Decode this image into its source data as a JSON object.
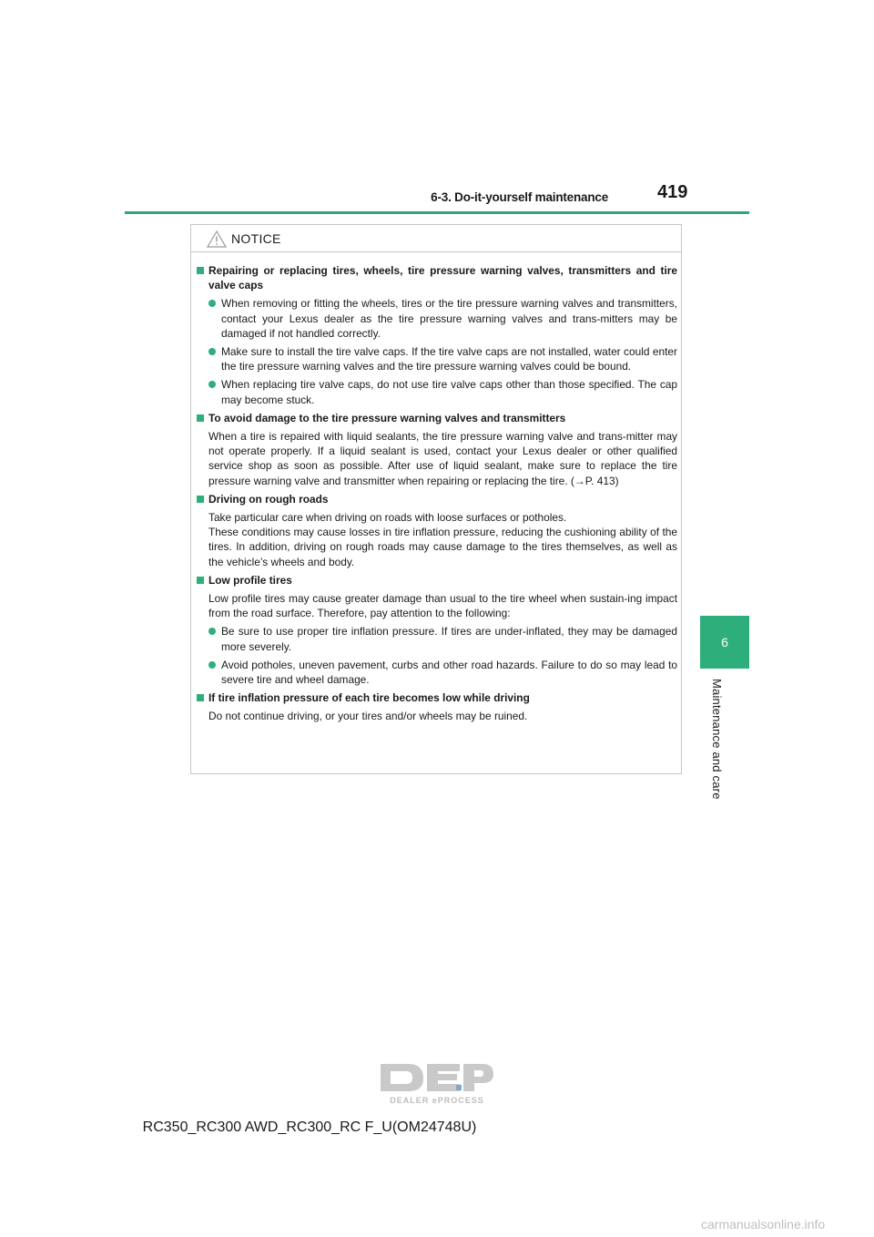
{
  "header": {
    "section_title": "6-3. Do-it-yourself maintenance",
    "page_number": "419"
  },
  "side_tab": {
    "chapter_number": "6",
    "chapter_label": "Maintenance and care"
  },
  "notice": {
    "title": "NOTICE",
    "sections": [
      {
        "heading": "Repairing or replacing tires, wheels, tire pressure warning valves, transmitters and tire valve caps",
        "bullets": [
          "When removing or fitting the wheels, tires or the tire pressure warning valves and transmitters, contact your Lexus dealer as the tire pressure warning valves and trans-mitters may be damaged if not handled correctly.",
          "Make sure to install the tire valve caps. If the tire valve caps are not installed, water could enter the tire pressure warning valves and the tire pressure warning valves could be bound.",
          "When replacing tire valve caps, do not use tire valve caps other than those specified. The cap may become stuck."
        ]
      },
      {
        "heading": "To avoid damage to the tire pressure warning valves and transmitters",
        "text": "When a tire is repaired with liquid sealants, the tire pressure warning valve and trans-mitter may not operate properly. If a liquid sealant is used, contact your Lexus dealer or other qualified service shop as soon as possible. After use of liquid sealant, make sure to replace the tire pressure warning valve and transmitter when repairing or replacing the tire. (→P. 413)"
      },
      {
        "heading": "Driving on rough roads",
        "text": "Take particular care when driving on roads with loose surfaces or potholes.",
        "text2": "These conditions may cause losses in tire inflation pressure, reducing the cushioning ability of the tires. In addition, driving on rough roads may cause damage to the tires themselves, as well as the vehicle’s wheels and body."
      },
      {
        "heading": "Low profile tires",
        "text": "Low profile tires may cause greater damage than usual to the tire wheel when sustain-ing impact from the road surface. Therefore, pay attention to the following:",
        "bullets": [
          "Be sure to use proper tire inflation pressure. If tires are under-inflated, they may be damaged more severely.",
          "Avoid potholes, uneven pavement, curbs and other road hazards. Failure to do so may lead to severe tire and wheel damage."
        ]
      },
      {
        "heading": "If tire inflation pressure of each tire becomes low while driving",
        "text": "Do not continue driving, or your tires and/or wheels may be ruined."
      }
    ]
  },
  "footer": {
    "logo_text": "DEALER ePROCESS",
    "manual_code": "RC350_RC300 AWD_RC300_RC F_U(OM24748U)",
    "watermark": "carmanualsonline.info"
  },
  "colors": {
    "accent_green": "#2eae7a",
    "rule_green": "#2aa877",
    "box_border": "#c6c6c6"
  }
}
